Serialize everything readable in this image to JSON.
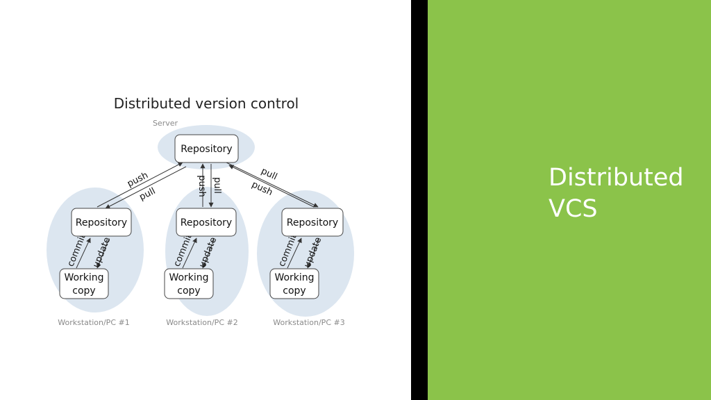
{
  "diagram": {
    "title": "Distributed version control",
    "server_label": "Server",
    "server_repo_label": "Repository",
    "workstations": [
      {
        "label": "Workstation/PC #1",
        "repo_label": "Repository",
        "wc_line1": "Working",
        "wc_line2": "copy",
        "commit_label": "commit",
        "update_label": "update"
      },
      {
        "label": "Workstation/PC #2",
        "repo_label": "Repository",
        "wc_line1": "Working",
        "wc_line2": "copy",
        "commit_label": "commit",
        "update_label": "update"
      },
      {
        "label": "Workstation/PC #3",
        "repo_label": "Repository",
        "wc_line1": "Working",
        "wc_line2": "copy",
        "commit_label": "commit",
        "update_label": "update"
      }
    ],
    "links": {
      "left_push": "push",
      "left_pull": "pull",
      "center_push": "push",
      "center_pull": "pull",
      "right_pull": "pull",
      "right_push": "push"
    }
  },
  "slide": {
    "title_line1": "Distributed",
    "title_line2": "VCS"
  },
  "colors": {
    "accent": "#8bc34a",
    "divider": "#000000",
    "ellipse": "#dce6f0"
  }
}
